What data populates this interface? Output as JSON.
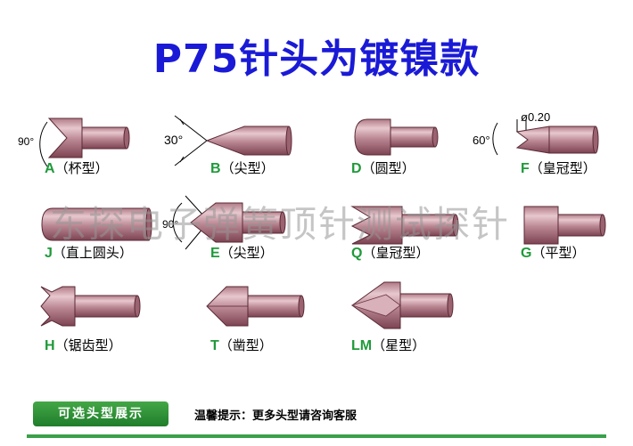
{
  "title": "P75针头为镀镍款",
  "watermark": "东探电子弹簧顶针测试探针",
  "tips": [
    {
      "letter": "A",
      "name": "（杯型）",
      "icon": "cup-tip-icon",
      "annotation": "90°"
    },
    {
      "letter": "B",
      "name": "（尖型）",
      "icon": "pointed-tip-icon",
      "annotation": "30°"
    },
    {
      "letter": "D",
      "name": "（圆型）",
      "icon": "round-tip-icon"
    },
    {
      "letter": "F",
      "name": "（皇冠型）",
      "icon": "crown-tip-icon",
      "annotation": "60°",
      "annotation2": "ø0.20"
    },
    {
      "letter": "J",
      "name": "（直上圆头）",
      "icon": "straight-round-tip-icon"
    },
    {
      "letter": "E",
      "name": "（尖型）",
      "icon": "pointed-tip-90-icon",
      "annotation": "90°"
    },
    {
      "letter": "Q",
      "name": "（皇冠型）",
      "icon": "crown-tip-q-icon"
    },
    {
      "letter": "G",
      "name": "（平型）",
      "icon": "flat-tip-icon"
    },
    {
      "letter": "H",
      "name": "（锯齿型）",
      "icon": "serrated-tip-icon"
    },
    {
      "letter": "T",
      "name": "（凿型）",
      "icon": "chisel-tip-icon"
    },
    {
      "letter": "LM",
      "name": "（星型）",
      "icon": "star-tip-icon"
    }
  ],
  "footer": {
    "badge": "可选头型展示",
    "note": "温馨提示：更多头型请咨询客服"
  },
  "colors": {
    "title": "#1a1ad6",
    "letter": "#1f9a3a",
    "body_light": "#c99aa4",
    "body_dark": "#8a4f5e",
    "footer_bg": "#2e8f37"
  }
}
